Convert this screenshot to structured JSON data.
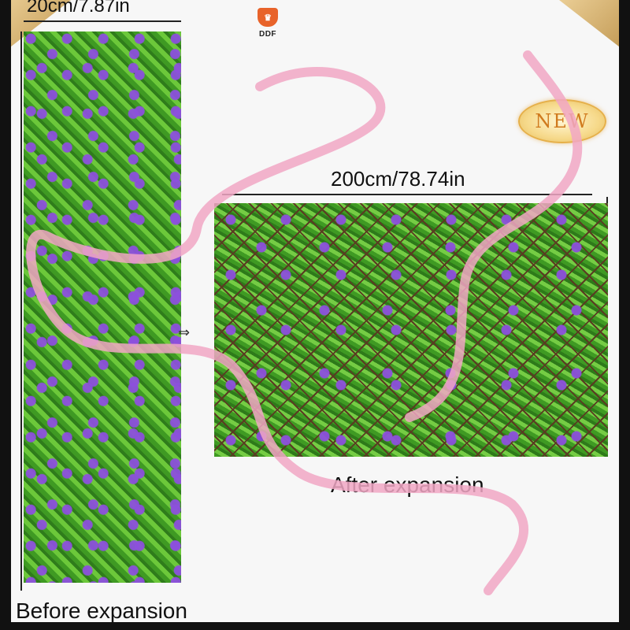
{
  "logo": {
    "text": "DDF",
    "icon": "shield-crown-icon"
  },
  "badge": {
    "text": "NEW"
  },
  "before": {
    "width_label": "20cm/7.87in",
    "caption": "Before expansion"
  },
  "after": {
    "width_label": "200cm/78.74in",
    "caption": "After expansion"
  },
  "colors": {
    "leaf": "#4caf2a",
    "flower": "#8c50dc",
    "ribbon": "#f1a7c4",
    "trellis": "#5a3b22",
    "badge_text": "#d07a1d"
  }
}
